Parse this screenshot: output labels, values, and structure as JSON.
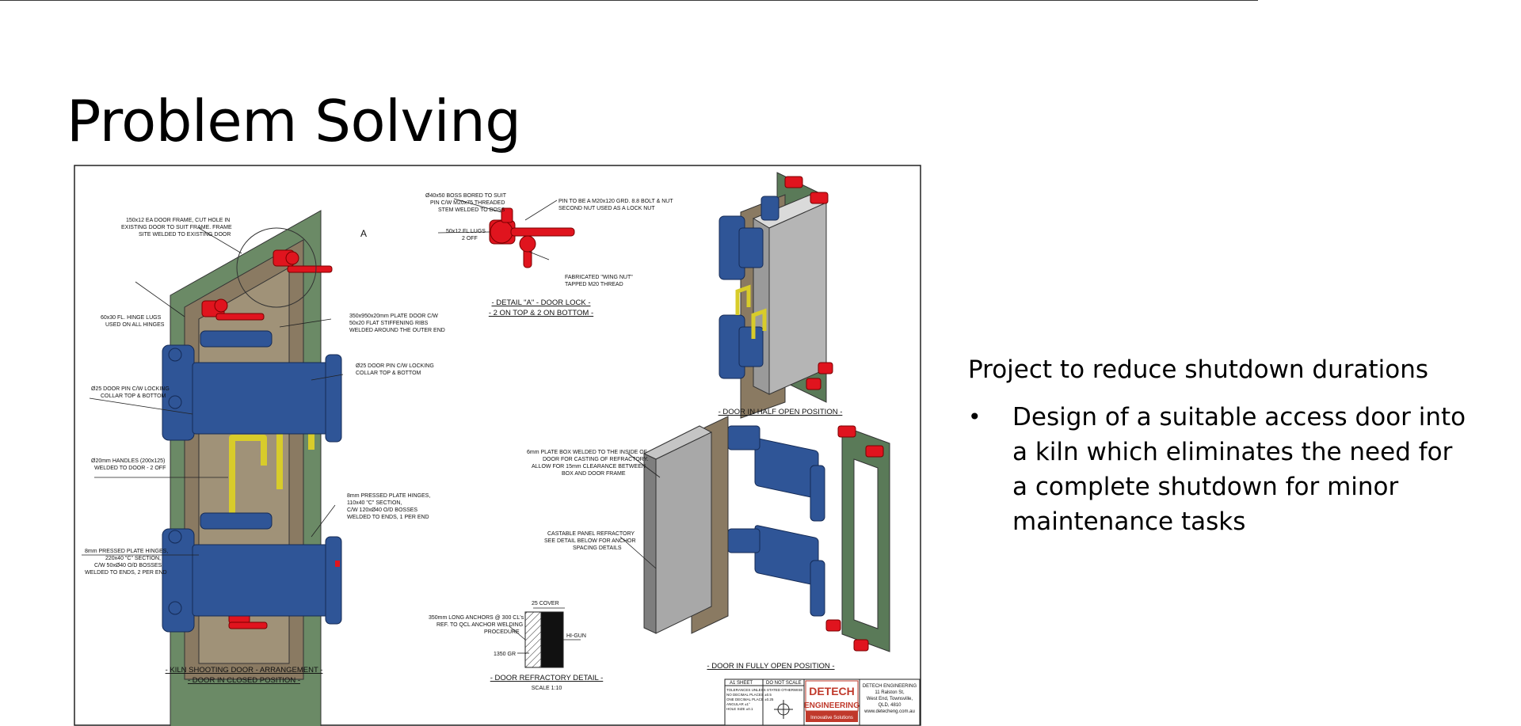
{
  "slide": {
    "title": "Problem Solving",
    "lead": "Project to reduce shutdown durations",
    "bullets": [
      {
        "marker": "•",
        "text": "Design of a suitable access door into a kiln which eliminates the need for a complete shutdown for minor maintenance tasks"
      }
    ]
  },
  "drawing": {
    "labels": {
      "frame": [
        "150x12 EA DOOR FRAME, CUT HOLE IN",
        "EXISTING DOOR TO SUIT FRAME. FRAME",
        "SITE WELDED TO EXISTING DOOR"
      ],
      "hinge_lugs": [
        "60x30 FL. HINGE LUGS",
        "USED ON ALL HINGES"
      ],
      "door_pin_left": [
        "Ø25 DOOR PIN C/W LOCKING",
        "COLLAR TOP & BOTTOM"
      ],
      "handles": [
        "Ø20mm HANDLES (200x125)",
        "WELDED TO DOOR - 2 OFF"
      ],
      "pressed_hinges_left": [
        "8mm PRESSED PLATE HINGES,",
        "220x40 \"C\" SECTION,",
        "C/W 50xØ40 O/D BOSSES",
        "WELDED TO ENDS, 2 PER END"
      ],
      "plate_door": [
        "350x950x20mm PLATE DOOR C/W",
        "50x20 FLAT STIFFENING RIBS",
        "WELDED AROUND THE OUTER END"
      ],
      "door_pin_right": [
        "Ø25 DOOR PIN C/W LOCKING",
        "COLLAR TOP & BOTTOM"
      ],
      "pressed_hinges_right": [
        "8mm PRESSED PLATE HINGES,",
        "110x40 \"C\" SECTION,",
        "C/W 120xØ40 O/D BOSSES",
        "WELDED TO ENDS, 1 PER END"
      ],
      "detail_marker": "A",
      "boss": [
        "Ø40x50 BOSS BORED TO SUIT",
        "PIN C/W M20x75 THREADED",
        "STEM WELDED TO BOSS"
      ],
      "lugs": [
        "50x12 FL LUGS",
        "2 OFF"
      ],
      "pin_bolt": [
        "PIN TO BE A M20x120 GRD. 8.8 BOLT & NUT",
        "SECOND NUT USED AS A LOCK NUT"
      ],
      "wing_nut": [
        "FABRICATED \"WING NUT\"",
        "TAPPED M20 THREAD"
      ],
      "plate_box": [
        "6mm PLATE BOX WELDED TO THE INSIDE OF",
        "DOOR FOR CASTING OF REFRACTORY.",
        "ALLOW FOR 15mm CLEARANCE BETWEEN",
        "BOX AND DOOR FRAME"
      ],
      "castable": [
        "CASTABLE PANEL REFRACTORY",
        "SEE DETAIL BELOW FOR ANCHOR",
        "SPACING DETAILS"
      ],
      "anchors": [
        "350mm LONG ANCHORS @ 300 CL's",
        "REF. TO QCL ANCHOR WELDING",
        "PROCEDURE"
      ],
      "cover": "25 COVER",
      "higun": "HI-GUN",
      "gr": "1350 GR"
    },
    "captions": {
      "arrangement": [
        "- KILN SHOOTING DOOR - ARRANGEMENT -",
        "- DOOR IN CLOSED POSITION -"
      ],
      "detail_a": [
        "- DETAIL \"A\" - DOOR LOCK -",
        "- 2 ON TOP & 2 ON BOTTOM -"
      ],
      "half_open": "- DOOR IN HALF OPEN POSITION -",
      "fully_open": "- DOOR IN FULLY OPEN POSITION -",
      "refractory": "- DOOR REFRACTORY DETAIL -",
      "scale": "SCALE 1:10"
    },
    "title_block": {
      "sheet": "A1 SHEET",
      "no_scale": "DO NOT SCALE",
      "tolerances": [
        "TOLERANCES UNLESS STATED OTHERWISE",
        "NO DECIMAL PLACES ±0.5",
        "ONE DECIMAL PLACE ±0.25",
        "ANGULAR ±1°",
        "HOLE SIZE ±0.1"
      ],
      "logo_main": [
        "DETECH",
        "ENGINEERING"
      ],
      "logo_sub": "Innovative Solutions",
      "company": [
        "DETECH ENGINEERING",
        "11 Ralston St,",
        "West End, Townsville,",
        "QLD, 4810",
        "www.detecheng.com.au"
      ]
    },
    "colors": {
      "frame": "#6b8a66",
      "hinge": "#2f5597",
      "lock": "#e0141e",
      "handle": "#d8cc2a",
      "door": "#8a7a62",
      "box": "#b5b5b5"
    }
  }
}
